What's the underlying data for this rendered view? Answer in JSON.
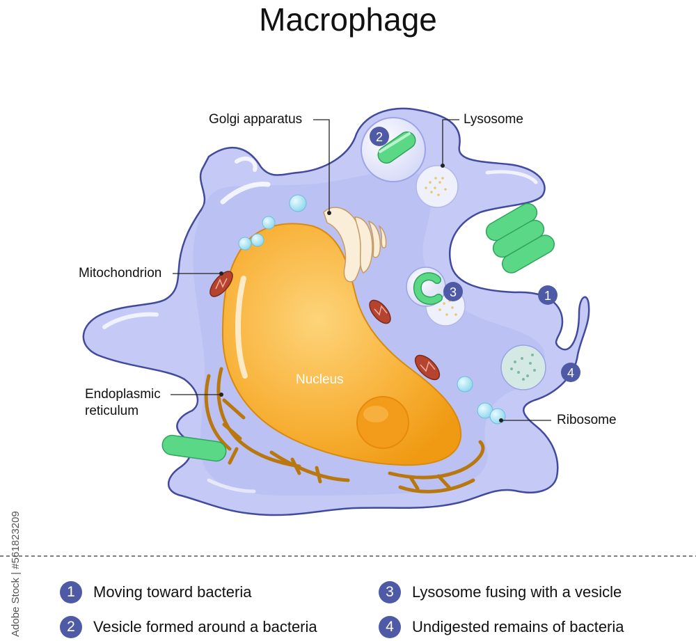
{
  "title": "Macrophage",
  "labels": {
    "golgi": "Golgi apparatus",
    "lysosome": "Lysosome",
    "mitochondrion": "Mitochondrion",
    "er_line1": "Endoplasmic",
    "er_line2": "reticulum",
    "nucleus": "Nucleus",
    "ribosome": "Ribosome"
  },
  "markers": [
    "1",
    "2",
    "3",
    "4"
  ],
  "legend": [
    {
      "number": "1",
      "text": "Moving toward bacteria"
    },
    {
      "number": "2",
      "text": "Vesicle formed around a bacteria"
    },
    {
      "number": "3",
      "text": "Lysosome fusing with a vesicle"
    },
    {
      "number": "4",
      "text": "Undigested remains of bacteria"
    }
  ],
  "credit": "Adobe Stock | #561823209",
  "colors": {
    "cytoplasm": "#c4c9f5",
    "membrane": "#414a9c",
    "nucleus": "#f5a623",
    "nucleolus": "#f39c1c",
    "bacteria": "#5bd886",
    "mitochondrion": "#b5432e",
    "er": "#b9780f",
    "golgi": "#fbeed8",
    "marker": "#4f5aa7"
  }
}
